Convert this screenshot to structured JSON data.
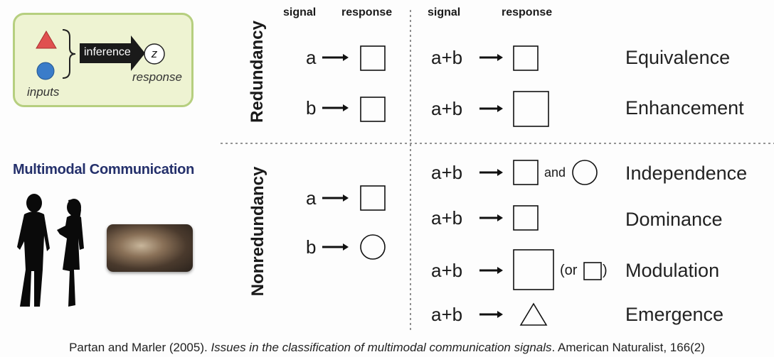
{
  "inference_box": {
    "label": "inference",
    "output_symbol": "z",
    "response_label": "response",
    "inputs_label": "inputs"
  },
  "multimodal": {
    "title": "Multimodal Communication"
  },
  "headers": {
    "left_signal": "signal",
    "left_response": "response",
    "right_signal": "signal",
    "right_response": "response"
  },
  "groups": {
    "redundancy": "Redundancy",
    "nonredundancy": "Nonredundancy"
  },
  "left_rows": {
    "red_a": "a",
    "red_b": "b",
    "nonred_a": "a",
    "nonred_b": "b"
  },
  "right_rows": [
    {
      "signal": "a+b",
      "category": "Equivalence",
      "response_shape": "small-square"
    },
    {
      "signal": "a+b",
      "category": "Enhancement",
      "response_shape": "large-square"
    },
    {
      "signal": "a+b",
      "category": "Independence",
      "response_shape": "square-and-circle",
      "connector": "and"
    },
    {
      "signal": "a+b",
      "category": "Dominance",
      "response_shape": "small-square"
    },
    {
      "signal": "a+b",
      "category": "Modulation",
      "response_shape": "large-square-or-small-square",
      "connector_open": "(or",
      "connector_close": ")"
    },
    {
      "signal": "a+b",
      "category": "Emergence",
      "response_shape": "triangle"
    }
  ],
  "citation": {
    "authors": "Partan and Marler (2005).",
    "title": "Issues in the classification of multimodal communication signals",
    "source": ". American Naturalist, 166(2)"
  },
  "colors": {
    "triangle_input": "#e05050",
    "circle_input": "#3a7cc9",
    "inference_bg": "#eef3d2",
    "inference_border": "#b6cf7f",
    "title_blue": "#24306b"
  }
}
